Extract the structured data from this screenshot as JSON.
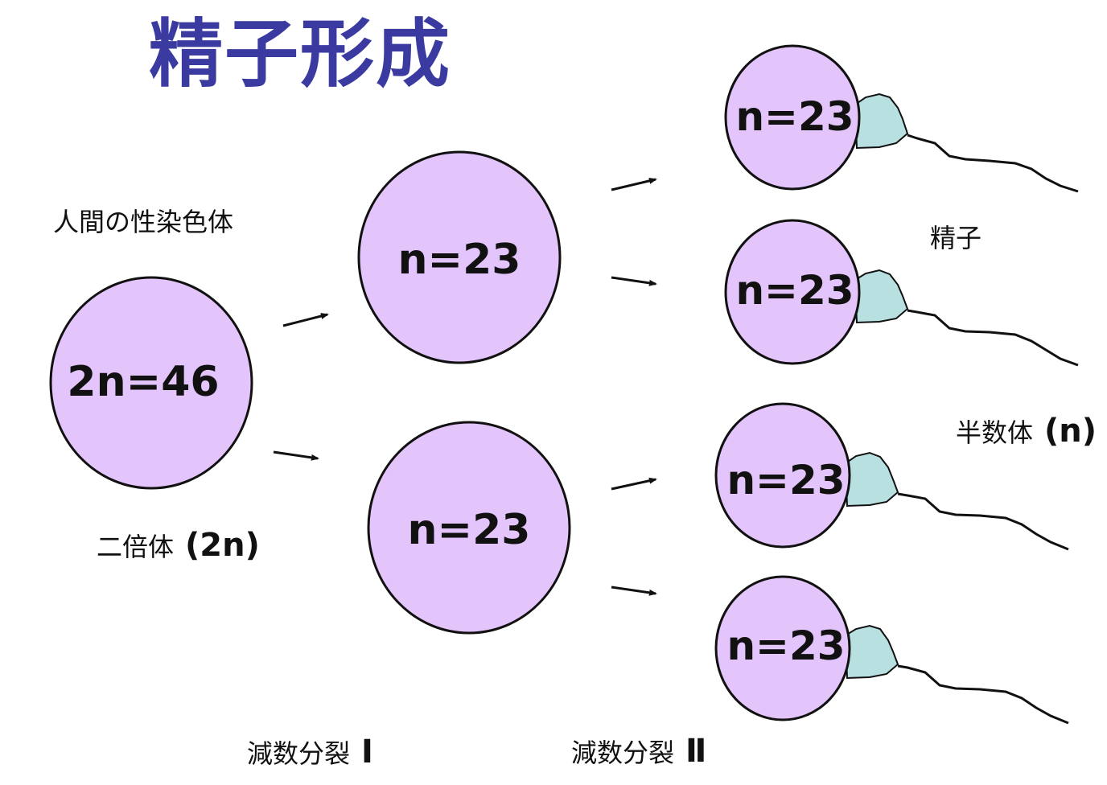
{
  "title": "精子形成",
  "labels": {
    "human_chromosomes": "人間の性染色体",
    "diploid": "二倍体",
    "diploid_symbol": "(2n)",
    "sperm": "精子",
    "haploid": "半数体",
    "haploid_symbol": "(n)",
    "meiosis1": "減数分裂",
    "meiosis1_numeral": "Ⅰ",
    "meiosis2": "減数分裂",
    "meiosis2_numeral": "Ⅱ"
  },
  "cells": {
    "parent": "2n=46",
    "secondary_top": "n=23",
    "secondary_bottom": "n=23",
    "sperm_1": "n=23",
    "sperm_2": "n=23",
    "sperm_3": "n=23",
    "sperm_4": "n=23"
  },
  "colors": {
    "title": "#3a3aa0",
    "cell_fill": "#e3c4fb",
    "acrosome_fill": "#b8e0e0",
    "outline": "#111111"
  }
}
